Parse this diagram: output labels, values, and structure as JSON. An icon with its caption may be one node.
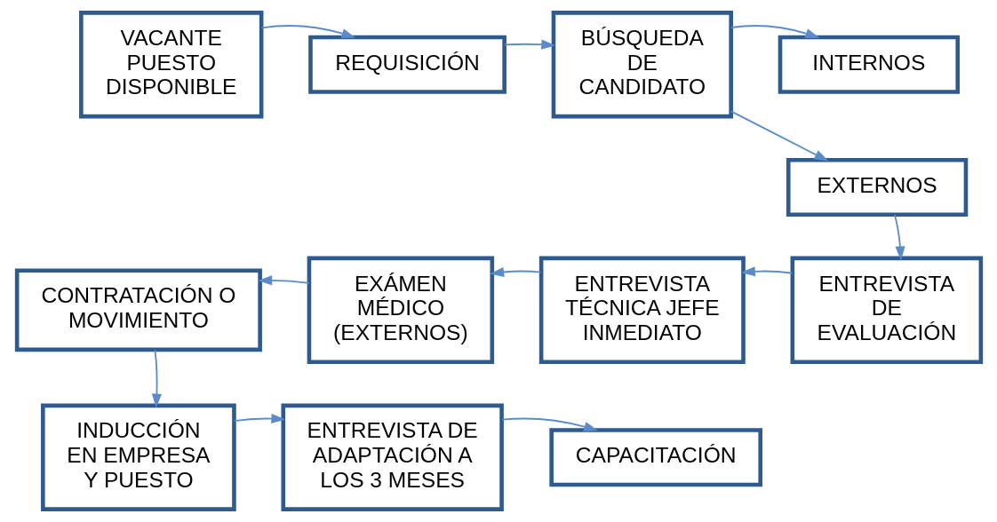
{
  "diagram": {
    "nodes": [
      {
        "text": [
          "VACANTE PUESTO DISPONIBLE"
        ]
      },
      {
        "text": [
          "REQUISICIÓN"
        ]
      },
      {
        "text": [
          "BÚSQUEDA DE CANDIDATO"
        ]
      },
      {
        "text": [
          "INTERNOS"
        ]
      },
      {
        "text": [
          "EXTERNOS"
        ]
      },
      {
        "text": [
          "ENTREVISTA DE EVALUACIÓN"
        ]
      },
      {
        "text": [
          "ENTREVISTA TÉCNICA JEFE INMEDIATO"
        ]
      },
      {
        "text": [
          "EXÁMEN MÉDICO (EXTERNOS)"
        ]
      },
      {
        "text": [
          "CONTRATACIÓN O MOVIMIENTO"
        ]
      },
      {
        "text": [
          "INDUCCIÓN EN EMPRESA Y PUESTO"
        ]
      },
      {
        "text": [
          "ENTREVISTA DE ADAPTACIÓN A LOS 3 MESES"
        ]
      },
      {
        "text": [
          "CAPACITACIÓN"
        ]
      }
    ],
    "edges": [
      {
        "from": 0,
        "to": 1,
        "arrow": "to"
      },
      {
        "from": 1,
        "to": 2,
        "arrow": "to"
      },
      {
        "from": 2,
        "to": 3,
        "arrow": "to"
      },
      {
        "from": 2,
        "to": 4,
        "arrow": "to"
      },
      {
        "from": 4,
        "to": 5,
        "arrow": "to"
      },
      {
        "from": 5,
        "to": 6,
        "arrow": "to"
      },
      {
        "from": 6,
        "to": 7,
        "arrow": "to"
      },
      {
        "from": 7,
        "to": 8,
        "arrow": "to"
      },
      {
        "from": 8,
        "to": 9,
        "arrow": "to"
      },
      {
        "from": 9,
        "to": 10,
        "arrow": "to"
      },
      {
        "from": 10,
        "to": 11,
        "arrow": "to"
      }
    ]
  }
}
